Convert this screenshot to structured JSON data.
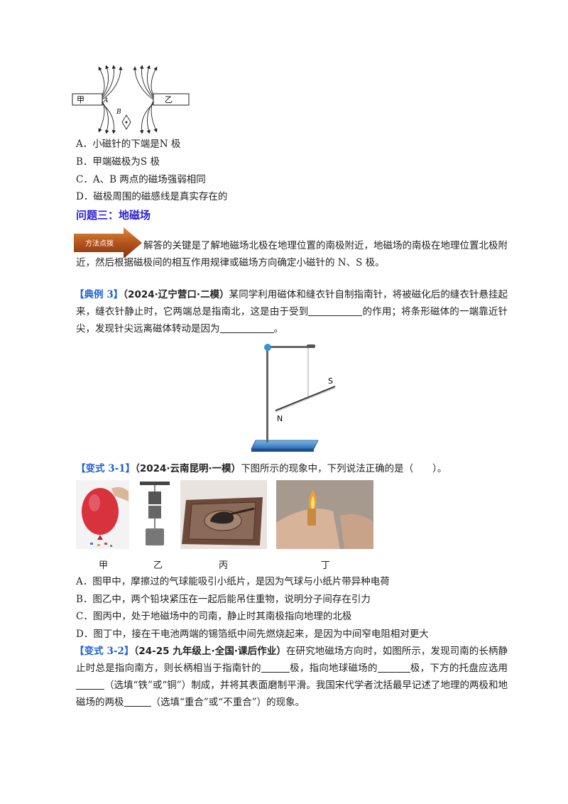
{
  "fig1": {
    "left_label": "甲",
    "right_label": "乙",
    "point_a": "A",
    "point_b": "B"
  },
  "options1": [
    "A．小磁针的下端是N 极",
    "B．甲端磁极为S 极",
    "C．A、B 两点的磁场强弱相同",
    "D．磁极周围的磁感线是真实存在的"
  ],
  "section3": {
    "title": "问题三：地磁场",
    "badge": "方法点拨",
    "tip": "解答的关键是了解地磁场北极在地理位置的南极附近，地磁场的南极在地理位置北极附近，然后根据磁极间的相互作用规律或磁场方向确定小磁针的 N、S 极。"
  },
  "ex3": {
    "tag": "【典例 3】",
    "source": "（2024·辽宁营口·二模）",
    "text1": "某同学利用磁体和缝衣针自制指南针，将被磁化后的缝衣针悬挂起来，缝衣针静止时，它两端总是指南北，这是由于受到",
    "text2": "的作用；将条形磁体的一端靠近针尖，发现针尖远离磁体转动是因为",
    "text3": "。",
    "label_s": "S",
    "label_n": "N"
  },
  "v31": {
    "tag": "【变式 3-1】",
    "source": "（2024·云南昆明·一模）",
    "text": "下图所示的现象中，下列说法正确的是（　　）。",
    "captions": [
      "甲",
      "乙",
      "丙",
      "丁"
    ],
    "options": [
      "A．图甲中，摩擦过的气球能吸引小纸片，是因为气球与小纸片带异种电荷",
      "B．图乙中，两个铅块紧压在一起后能吊住重物，说明分子间存在引力",
      "C．图丙中，处于地磁场中的司南，静止时其南极指向地理的北极",
      "D．图丁中，接在干电池两端的锡箔纸中间先燃烧起来，是因为中间窄电阻相对更大"
    ]
  },
  "v32": {
    "tag": "【变式 3-2】",
    "source": "（24-25 九年级上·全国·课后作业）",
    "t1": "在研究地磁场方向时，如图所示，发现司南的长柄静止时总是指向南方，则长柄相当于指南针的",
    "t2": "极，指向地球磁场的",
    "t3": "极，下方的托盘应选用",
    "t4": "（选填“铁”或“铜”）制成，并将其表面磨制平滑。我国宋代学者沈括最早记述了地理的两极和地磁场的两极",
    "t5": "（选填“重合”或“不重合”）的现象。"
  },
  "colors": {
    "accent": "#1f5fd6",
    "title": "#2a1fd1",
    "badge": "#b5541c"
  }
}
